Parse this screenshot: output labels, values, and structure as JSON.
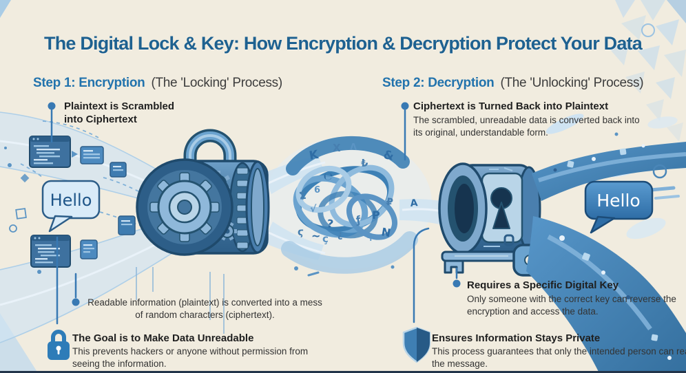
{
  "title": "The Digital Lock & Key: How Encryption & Decryption Protect Your Data",
  "step1": {
    "heading_highlight": "Step 1: Encryption",
    "heading_rest": "(The 'Locking' Process)",
    "bullet1_title": "Plaintext is Scrambled into Ciphertext",
    "bullet2_text": "Readable information (plaintext) is converted into a mess of random characters (ciphertext).",
    "goal_title": "The Goal is to Make Data Unreadable",
    "goal_body": "This prevents hackers or anyone without permission from seeing the information."
  },
  "step2": {
    "heading_highlight": "Step 2: Decryption",
    "heading_rest": "(The 'Unlocking' Process)",
    "bullet1_title": "Ciphertext is Turned Back into Plaintext",
    "bullet1_body": "The scrambled, unreadable data is converted back into its original, understandable form.",
    "bullet2_title": "Requires a Specific Digital Key",
    "bullet2_body": "Only someone with the correct key can reverse the encryption and access the data.",
    "privacy_title": "Ensures Information Stays Private",
    "privacy_body": "This process guarantees that only the intended person can read the message."
  },
  "speech_bubbles": {
    "left": "Hello",
    "right": "Hello"
  },
  "scrambled_characters": [
    "K",
    "X",
    "Λ",
    "&",
    "₺",
    "℮",
    "Σ",
    "√",
    "?",
    "ϛ",
    "~",
    "ç",
    "P",
    "₽",
    "N",
    "+",
    "ƒ",
    "A",
    "6",
    "¿"
  ],
  "colors": {
    "background": "#f1ecdf",
    "title_blue": "#1e6190",
    "step_accent_blue": "#2273ad",
    "body_text": "#333333",
    "bullet_blue": "#3879b3",
    "ribbon_blue": "#4a8abd",
    "pale_blue": "#cfe3f2"
  }
}
